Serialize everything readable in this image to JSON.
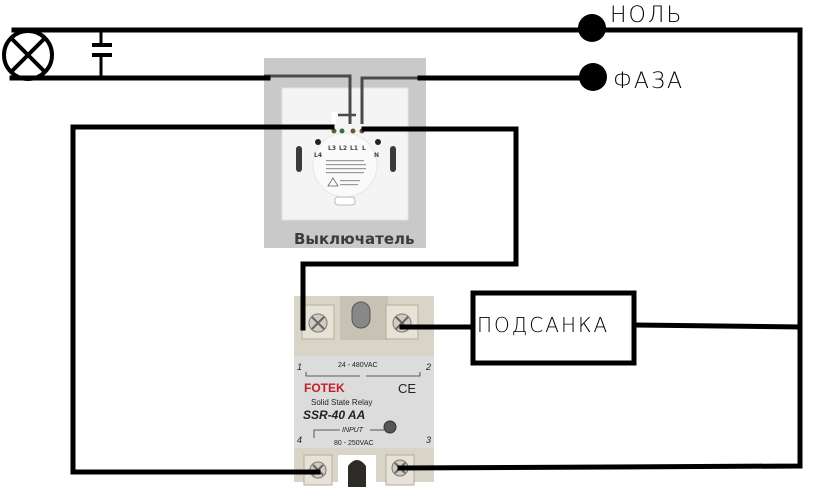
{
  "diagram": {
    "title": "Lamp via wall switch and solid state relay wiring",
    "labels": {
      "neutral": "НОЛЬ",
      "phase": "ФАЗА",
      "load_box": "ПОДСАНКА"
    },
    "switch": {
      "caption": "Выключатель",
      "terminals": [
        "L3",
        "L2",
        "L1",
        "L"
      ],
      "side_terminals": [
        "L4",
        "N"
      ]
    },
    "relay": {
      "brand": "FOTEK",
      "model": "SSR-40 AA",
      "type": "Solid State Relay",
      "output_rating": "24 - 480VAC",
      "input_label": "INPUT",
      "input_rating": "80 - 250VAC",
      "terminal_numbers": [
        "1",
        "2",
        "3",
        "4"
      ],
      "ce_mark": "CE"
    },
    "colors": {
      "wire": "#000000",
      "switch_bg": "#c9c9c9",
      "switch_plate": "#f4f4f4",
      "relay_body": "#d9d4c8",
      "relay_label": "#dcdcdc",
      "brand_red": "#c4202a",
      "switch_inner_wire": "#4a4a4a"
    },
    "icons": [
      "lamp-symbol",
      "capacitor-symbol",
      "terminal-dot"
    ]
  }
}
